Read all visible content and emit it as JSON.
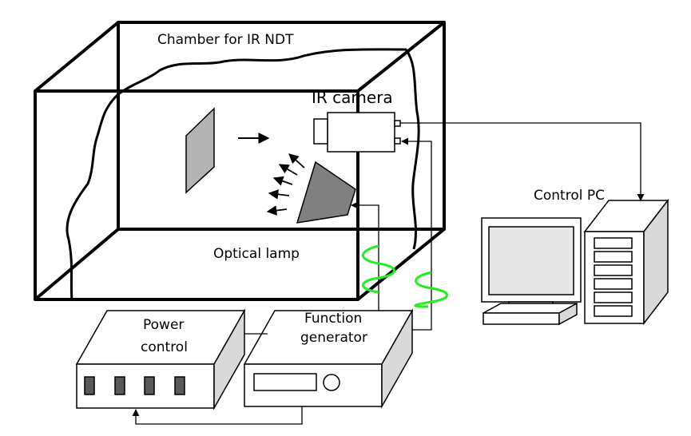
{
  "labels": {
    "chamber": "Chamber for IR NDT",
    "ir_camera": "IR camera",
    "control_pc": "Control PC",
    "optical_lamp": "Optical lamp",
    "power_control_line1": "Power",
    "power_control_line2": "control",
    "function_generator_line1": "Function",
    "function_generator_line2": "generator"
  },
  "colors": {
    "line": "#000000",
    "box_fill": "#ffffff",
    "box_side": "#d9d9d9",
    "lamp": "#808080",
    "specimen": "#b3b3b3",
    "signal": "#22ee22",
    "pc_screen": "#e8e8e8"
  }
}
